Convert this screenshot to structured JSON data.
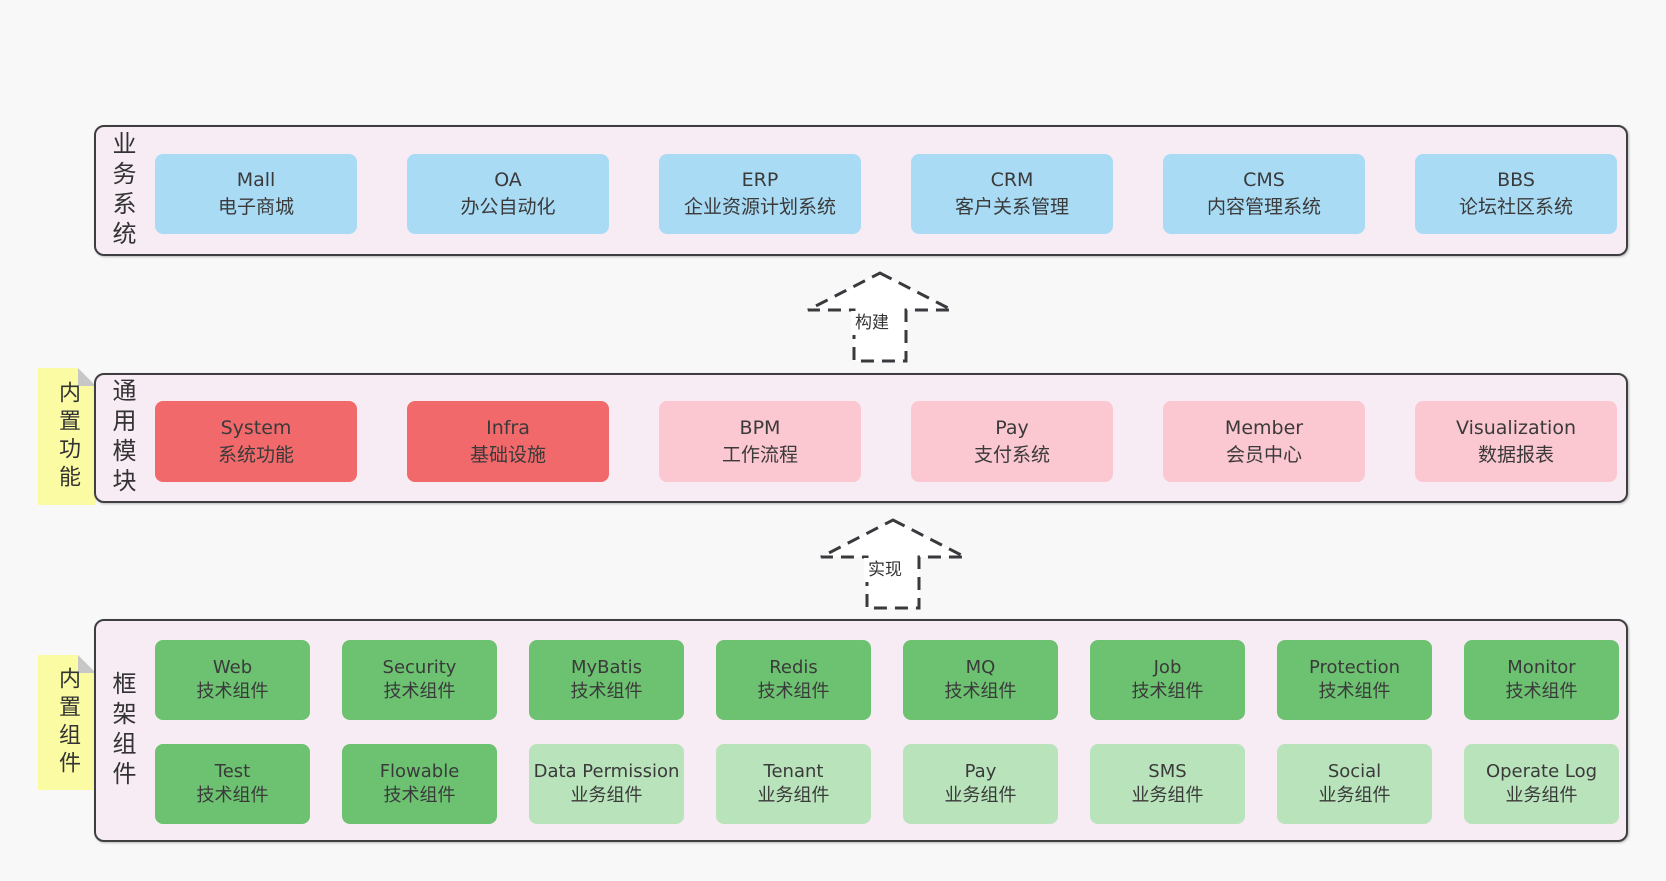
{
  "colors": {
    "canvas_bg": "#f8f8f8",
    "section_bg": "#f8ecf4",
    "section_border": "#3f3f42",
    "note_yellow": "#fbfba3",
    "text": "#3a3a3a",
    "blue": "#a9dbf5",
    "red": "#f2696b",
    "pink": "#fbc7d1",
    "green": "#6cc271",
    "lightgreen": "#b9e3bb"
  },
  "arrows": [
    {
      "label": "构建"
    },
    {
      "label": "实现"
    }
  ],
  "sections": [
    {
      "label": "业务系统",
      "note": null,
      "rows": [
        [
          {
            "title": "Mall",
            "subtitle": "电子商城",
            "type": "blue"
          },
          {
            "title": "OA",
            "subtitle": "办公自动化",
            "type": "blue"
          },
          {
            "title": "ERP",
            "subtitle": "企业资源计划系统",
            "type": "blue"
          },
          {
            "title": "CRM",
            "subtitle": "客户关系管理",
            "type": "blue"
          },
          {
            "title": "CMS",
            "subtitle": "内容管理系统",
            "type": "blue"
          },
          {
            "title": "BBS",
            "subtitle": "论坛社区系统",
            "type": "blue"
          }
        ]
      ]
    },
    {
      "label": "通用模块",
      "note": "内置功能",
      "rows": [
        [
          {
            "title": "System",
            "subtitle": "系统功能",
            "type": "red"
          },
          {
            "title": "Infra",
            "subtitle": "基础设施",
            "type": "red"
          },
          {
            "title": "BPM",
            "subtitle": "工作流程",
            "type": "pink"
          },
          {
            "title": "Pay",
            "subtitle": "支付系统",
            "type": "pink"
          },
          {
            "title": "Member",
            "subtitle": "会员中心",
            "type": "pink"
          },
          {
            "title": "Visualization",
            "subtitle": "数据报表",
            "type": "pink"
          }
        ]
      ]
    },
    {
      "label": "框架组件",
      "note": "内置组件",
      "rows": [
        [
          {
            "title": "Web",
            "subtitle": "技术组件",
            "type": "green"
          },
          {
            "title": "Security",
            "subtitle": "技术组件",
            "type": "green"
          },
          {
            "title": "MyBatis",
            "subtitle": "技术组件",
            "type": "green"
          },
          {
            "title": "Redis",
            "subtitle": "技术组件",
            "type": "green"
          },
          {
            "title": "MQ",
            "subtitle": "技术组件",
            "type": "green"
          },
          {
            "title": "Job",
            "subtitle": "技术组件",
            "type": "green"
          },
          {
            "title": "Protection",
            "subtitle": "技术组件",
            "type": "green"
          },
          {
            "title": "Monitor",
            "subtitle": "技术组件",
            "type": "green"
          }
        ],
        [
          {
            "title": "Test",
            "subtitle": "技术组件",
            "type": "green"
          },
          {
            "title": "Flowable",
            "subtitle": "技术组件",
            "type": "green"
          },
          {
            "title": "Data Permission",
            "subtitle": "业务组件",
            "type": "lightgreen"
          },
          {
            "title": "Tenant",
            "subtitle": "业务组件",
            "type": "lightgreen"
          },
          {
            "title": "Pay",
            "subtitle": "业务组件",
            "type": "lightgreen"
          },
          {
            "title": "SMS",
            "subtitle": "业务组件",
            "type": "lightgreen"
          },
          {
            "title": "Social",
            "subtitle": "业务组件",
            "type": "lightgreen"
          },
          {
            "title": "Operate Log",
            "subtitle": "业务组件",
            "type": "lightgreen"
          }
        ]
      ]
    }
  ]
}
